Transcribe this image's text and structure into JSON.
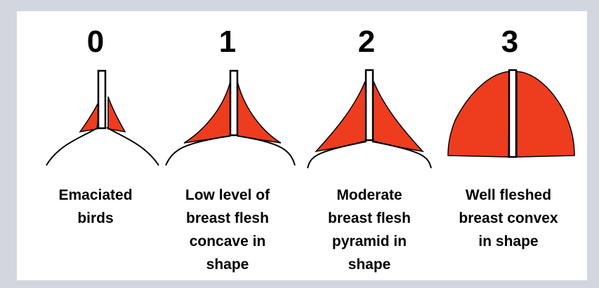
{
  "colors": {
    "background": "#d3d6de",
    "panel": "#ffffff",
    "flesh": "#ee3d1e",
    "outline": "#000000"
  },
  "stages": [
    {
      "score": "0",
      "caption_lines": [
        "Emaciated",
        "birds"
      ]
    },
    {
      "score": "1",
      "caption_lines": [
        "Low level of",
        "breast flesh",
        "concave in",
        "shape"
      ]
    },
    {
      "score": "2",
      "caption_lines": [
        "Moderate",
        "breast flesh",
        "pyramid in",
        "shape"
      ]
    },
    {
      "score": "3",
      "caption_lines": [
        "Well fleshed",
        "breast convex",
        "in shape"
      ]
    }
  ]
}
